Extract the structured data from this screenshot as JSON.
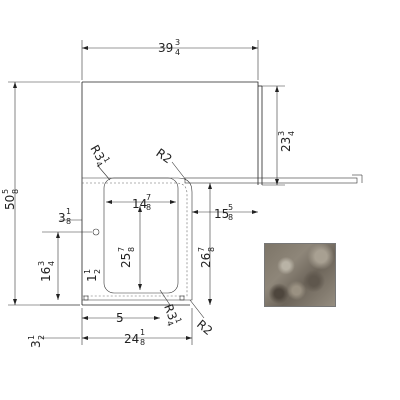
{
  "dimensions": {
    "overall_width": {
      "whole": "39",
      "num": "3",
      "den": "4"
    },
    "overall_height": {
      "whole": "50",
      "num": "5",
      "den": "8"
    },
    "right_height": {
      "whole": "23",
      "num": "3",
      "den": "4"
    },
    "radius_outer_top": {
      "label": "R3",
      "num": "1",
      "den": "4"
    },
    "radius_top_right": {
      "label": "R2"
    },
    "bowl_width": {
      "whole": "14",
      "num": "7",
      "den": "8"
    },
    "right_offset": {
      "whole": "15",
      "num": "5",
      "den": "8"
    },
    "left_offset": {
      "whole": "3",
      "num": "1",
      "den": "8"
    },
    "bowl_height": {
      "whole": "25",
      "num": "7",
      "den": "8"
    },
    "side_height": {
      "whole": "26",
      "num": "7",
      "den": "8"
    },
    "drain_dia": {
      "whole": "1",
      "num": "1",
      "den": "2"
    },
    "drain_height": {
      "whole": "16",
      "num": "3",
      "den": "4"
    },
    "bottom_offset_5": {
      "whole": "5"
    },
    "bottom_height": {
      "whole": "3",
      "num": "1",
      "den": "2"
    },
    "bottom_width": {
      "whole": "24",
      "num": "1",
      "den": "8"
    },
    "radius_bottom": {
      "label": "R3",
      "num": "1",
      "den": "4"
    },
    "radius_bottom_right": {
      "label": "R2"
    }
  },
  "swatch": {
    "name": "stone-sample",
    "colors": [
      "#7d7568",
      "#5f574d",
      "#b9b3a6"
    ]
  }
}
